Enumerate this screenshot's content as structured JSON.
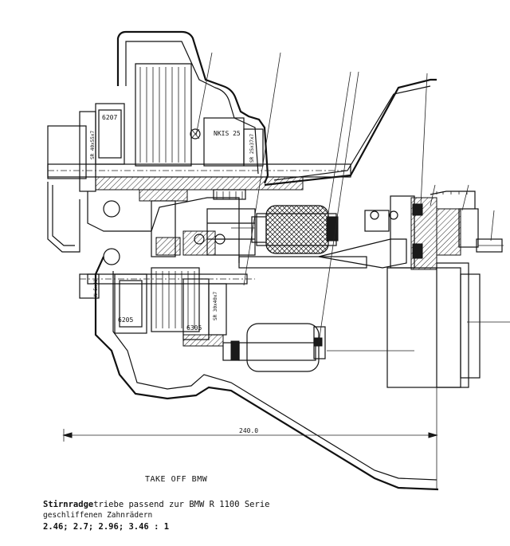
{
  "drawing": {
    "labels": {
      "bearing_top_left": "6207",
      "bearing_top_right": "NKIS 25",
      "seal_top_left": "SR 40x55x7",
      "seal_top_right": "SR 25x37x7",
      "bearing_bottom_left": "6205",
      "bearing_bottom_mid": "6305",
      "seal_bottom": "SR 30x40x7",
      "side_mark": "N 5x40"
    },
    "dimension": "240.0"
  },
  "caption": {
    "title": "TAKE OFF BMW",
    "line1_bold": "Stirnradge",
    "line1_rest": "triebe passend zur BMW R 1100 Serie",
    "line2": "geschliffenen Zahnrädern",
    "line3": "2.46; 2.7; 2.96; 3.46 : 1"
  }
}
